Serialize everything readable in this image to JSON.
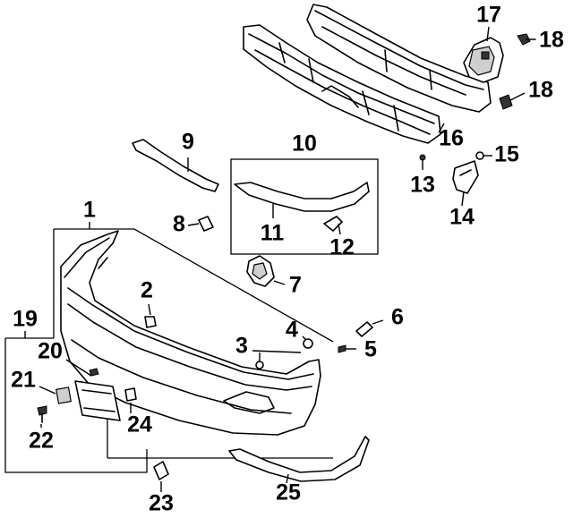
{
  "diagram": {
    "callouts": [
      {
        "id": "1",
        "label": "1"
      },
      {
        "id": "2",
        "label": "2"
      },
      {
        "id": "3",
        "label": "3"
      },
      {
        "id": "4",
        "label": "4"
      },
      {
        "id": "5",
        "label": "5"
      },
      {
        "id": "6",
        "label": "6"
      },
      {
        "id": "7",
        "label": "7"
      },
      {
        "id": "8",
        "label": "8"
      },
      {
        "id": "9",
        "label": "9"
      },
      {
        "id": "10",
        "label": "10"
      },
      {
        "id": "11",
        "label": "11"
      },
      {
        "id": "12",
        "label": "12"
      },
      {
        "id": "13",
        "label": "13"
      },
      {
        "id": "14",
        "label": "14"
      },
      {
        "id": "15",
        "label": "15"
      },
      {
        "id": "16",
        "label": "16"
      },
      {
        "id": "17",
        "label": "17"
      },
      {
        "id": "18a",
        "label": "18"
      },
      {
        "id": "18b",
        "label": "18"
      },
      {
        "id": "19",
        "label": "19"
      },
      {
        "id": "20",
        "label": "20"
      },
      {
        "id": "21",
        "label": "21"
      },
      {
        "id": "22",
        "label": "22"
      },
      {
        "id": "23",
        "label": "23"
      },
      {
        "id": "24",
        "label": "24"
      },
      {
        "id": "25",
        "label": "25"
      }
    ]
  }
}
